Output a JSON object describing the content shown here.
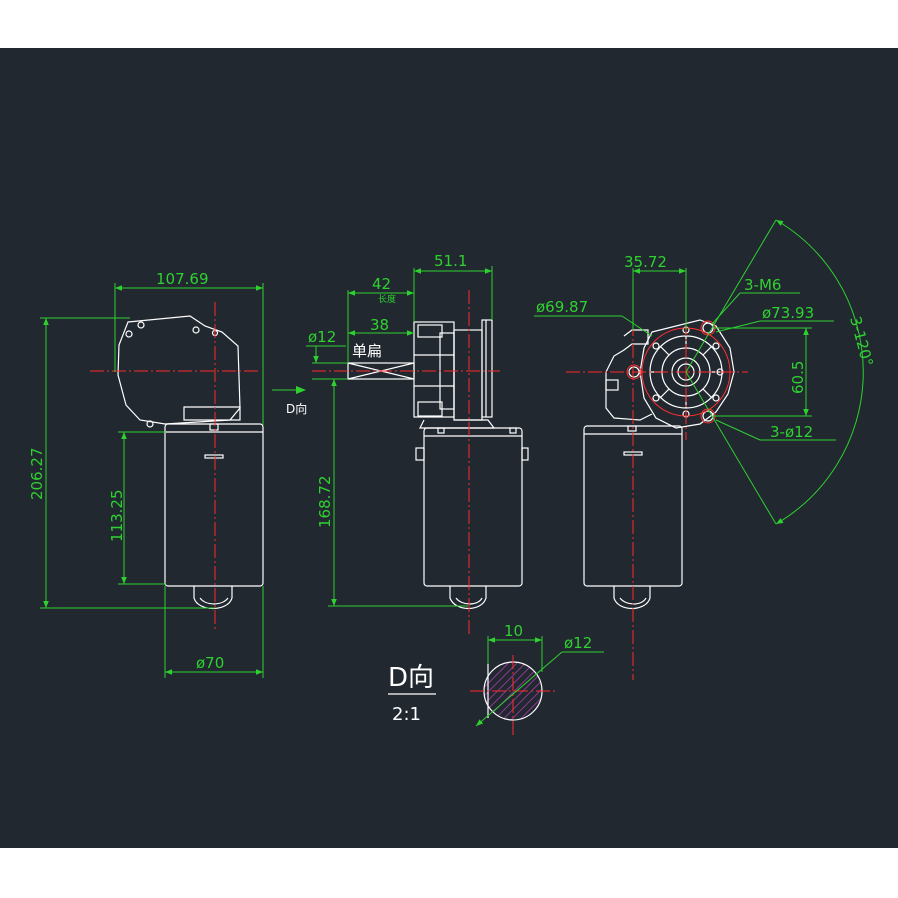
{
  "dimensions": {
    "side_width": "107.69",
    "total_height": "206.27",
    "motor_height": "113.25",
    "body_diameter": "ø70",
    "length_label": "42",
    "length_sub": "长度",
    "flat_length": "38",
    "flange_thickness": "51.1",
    "shaft_diameter": "ø12",
    "flat_label": "单扁",
    "shaft_to_base": "168.72",
    "direction_label": "D向",
    "offset": "35.72",
    "circle_inner": "ø69.87",
    "thread_holes": "3-M6",
    "circle_outer": "ø73.93",
    "hole_spacing": "60.5",
    "angle": "3-120°",
    "mount_holes": "3-ø12"
  },
  "detail": {
    "view_label": "D向",
    "scale": "2:1",
    "flat_width": "10",
    "shaft_diameter": "ø12"
  },
  "colors": {
    "background": "#212830",
    "outline": "#ffffff",
    "dimension": "#2fd12f",
    "centerline": "#ff2a2a",
    "hatch": "#c040c0"
  }
}
